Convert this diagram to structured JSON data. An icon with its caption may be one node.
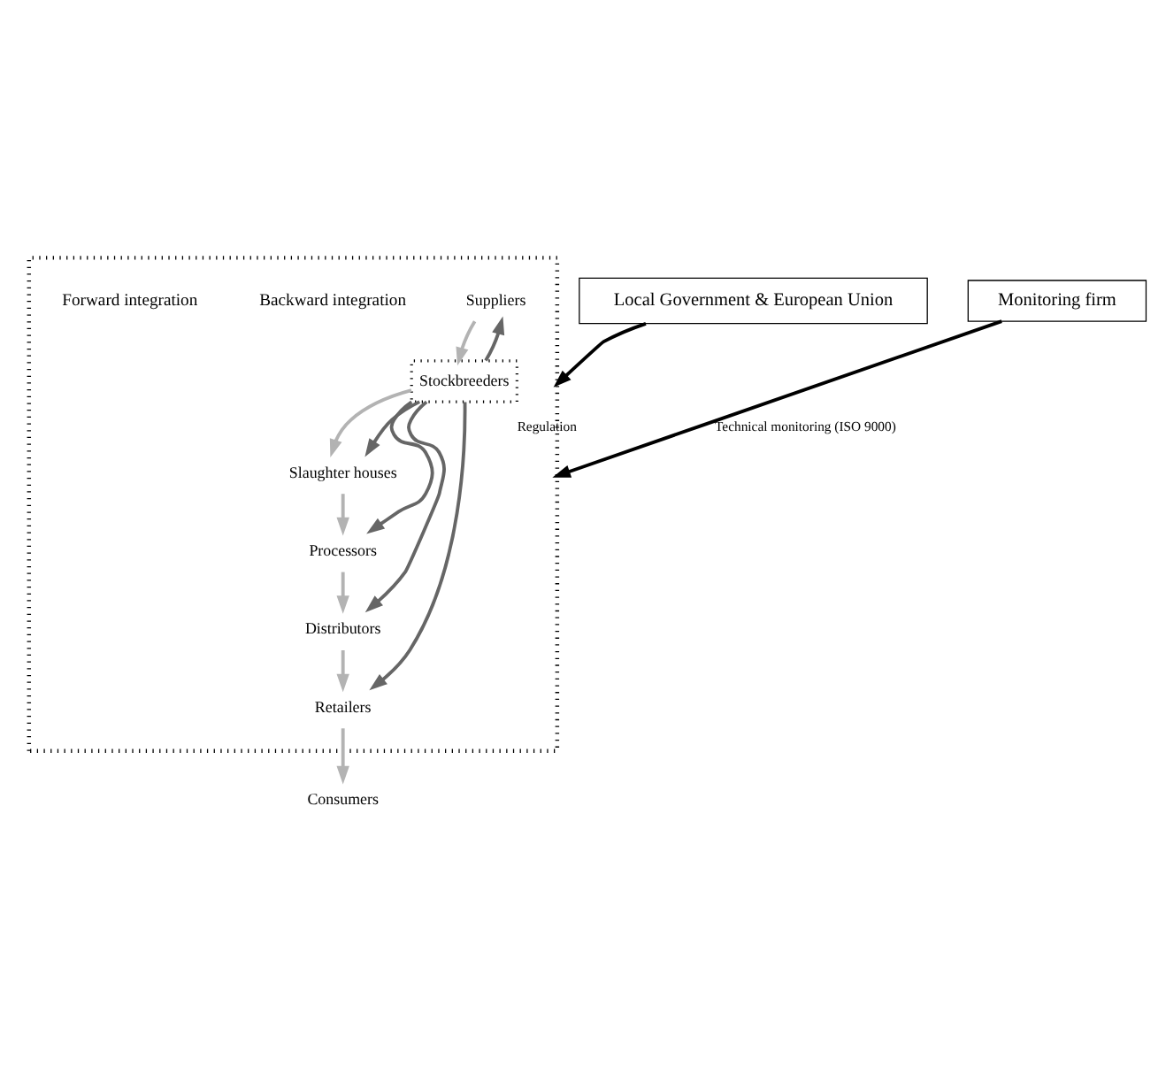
{
  "diagram": {
    "nodes": [
      {
        "text": [],
        "shape": "box"
      },
      {
        "text": [
          "Suppliers"
        ],
        "in": 0
      },
      {
        "text": [
          "Stockbreeders"
        ],
        "in": 0
      },
      {
        "text": [
          "Slaughter houses"
        ],
        "in": 0
      },
      {
        "text": [
          "Processors"
        ],
        "in": 0
      },
      {
        "text": [
          "Distributors"
        ],
        "in": 0
      },
      {
        "text": [
          "Retailers"
        ],
        "in": 0
      },
      {
        "text": [
          "Consumers"
        ]
      },
      {
        "text": [
          "Local Government & European Union"
        ]
      },
      {
        "text": [
          "Monitoring firm"
        ]
      }
    ],
    "edges": [
      {
        "from": 1,
        "to": 2,
        "arrow": "to"
      },
      {
        "from": 2,
        "to": 3,
        "arrow": "to"
      },
      {
        "from": 3,
        "to": 4,
        "arrow": "to"
      },
      {
        "from": 4,
        "to": 5,
        "arrow": "to"
      },
      {
        "from": 5,
        "to": 6,
        "arrow": "to"
      },
      {
        "from": 6,
        "to": 7,
        "arrow": "to"
      },
      {
        "from": 2,
        "to": 1,
        "arrow": "to",
        "color": "#666666"
      },
      {
        "from": 2,
        "to": 3,
        "arrow": "to",
        "color": "#666666"
      },
      {
        "from": 2,
        "to": 4,
        "arrow": "to",
        "color": "#666666"
      },
      {
        "from": 2,
        "to": 5,
        "arrow": "to",
        "color": "#666666"
      },
      {
        "from": 2,
        "to": 6,
        "arrow": "to",
        "color": "#666666"
      },
      {
        "from": 8,
        "to": 0,
        "arrow": "to",
        "label": "Regulation",
        "color": "#000000"
      },
      {
        "from": 9,
        "to": 0,
        "arrow": "to",
        "label": "Technical monitoring (ISO 9000)",
        "color": "#000000"
      }
    ],
    "labels": [
      "Backward integration",
      "Forward integration"
    ]
  }
}
